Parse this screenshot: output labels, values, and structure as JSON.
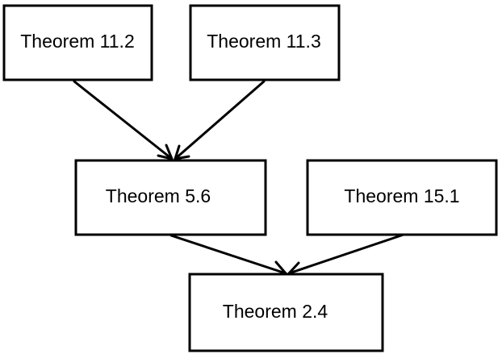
{
  "diagram": {
    "nodes": [
      {
        "id": "thm-11-2",
        "label": "Theorem 11.2"
      },
      {
        "id": "thm-11-3",
        "label": "Theorem 11.3"
      },
      {
        "id": "thm-5-6",
        "label": "Theorem 5.6"
      },
      {
        "id": "thm-15-1",
        "label": "Theorem 15.1"
      },
      {
        "id": "thm-2-4",
        "label": "Theorem 2.4"
      }
    ],
    "edges": [
      {
        "from": "thm-11-2",
        "to": "thm-5-6"
      },
      {
        "from": "thm-11-3",
        "to": "thm-5-6"
      },
      {
        "from": "thm-5-6",
        "to": "thm-2-4"
      },
      {
        "from": "thm-15-1",
        "to": "thm-2-4"
      }
    ]
  }
}
